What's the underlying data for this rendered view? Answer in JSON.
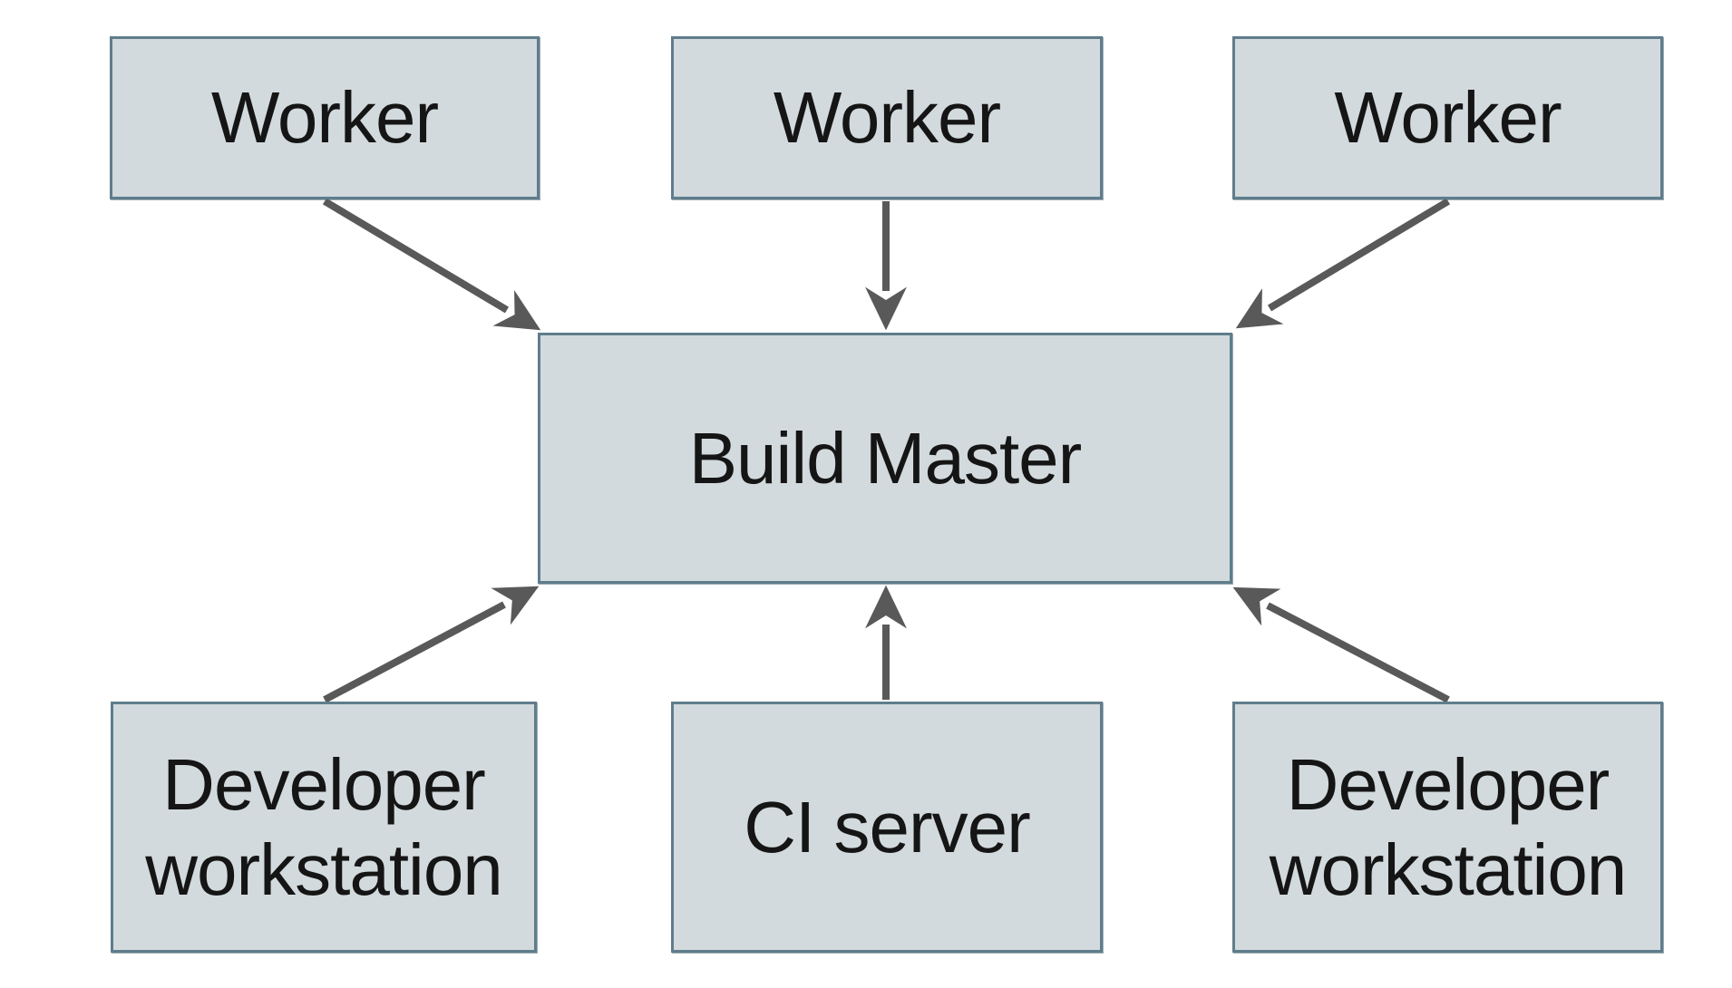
{
  "style": {
    "node_fill": "#d2dadd",
    "node_border": "#5f7d8c",
    "text_color": "#151515",
    "arrow_color": "#595959",
    "canvas_bg": "#ffffff"
  },
  "diagram": {
    "type": "architecture-diagram",
    "nodes": [
      {
        "id": "worker-1",
        "label": "Worker"
      },
      {
        "id": "worker-2",
        "label": "Worker"
      },
      {
        "id": "worker-3",
        "label": "Worker"
      },
      {
        "id": "build-master",
        "label": "Build Master"
      },
      {
        "id": "dev-workstation-1",
        "label": "Developer workstation"
      },
      {
        "id": "ci-server",
        "label": "CI server"
      },
      {
        "id": "dev-workstation-2",
        "label": "Developer workstation"
      }
    ],
    "edges": [
      {
        "from": "worker-1",
        "to": "build-master"
      },
      {
        "from": "worker-2",
        "to": "build-master"
      },
      {
        "from": "worker-3",
        "to": "build-master"
      },
      {
        "from": "dev-workstation-1",
        "to": "build-master"
      },
      {
        "from": "ci-server",
        "to": "build-master"
      },
      {
        "from": "dev-workstation-2",
        "to": "build-master"
      }
    ]
  }
}
